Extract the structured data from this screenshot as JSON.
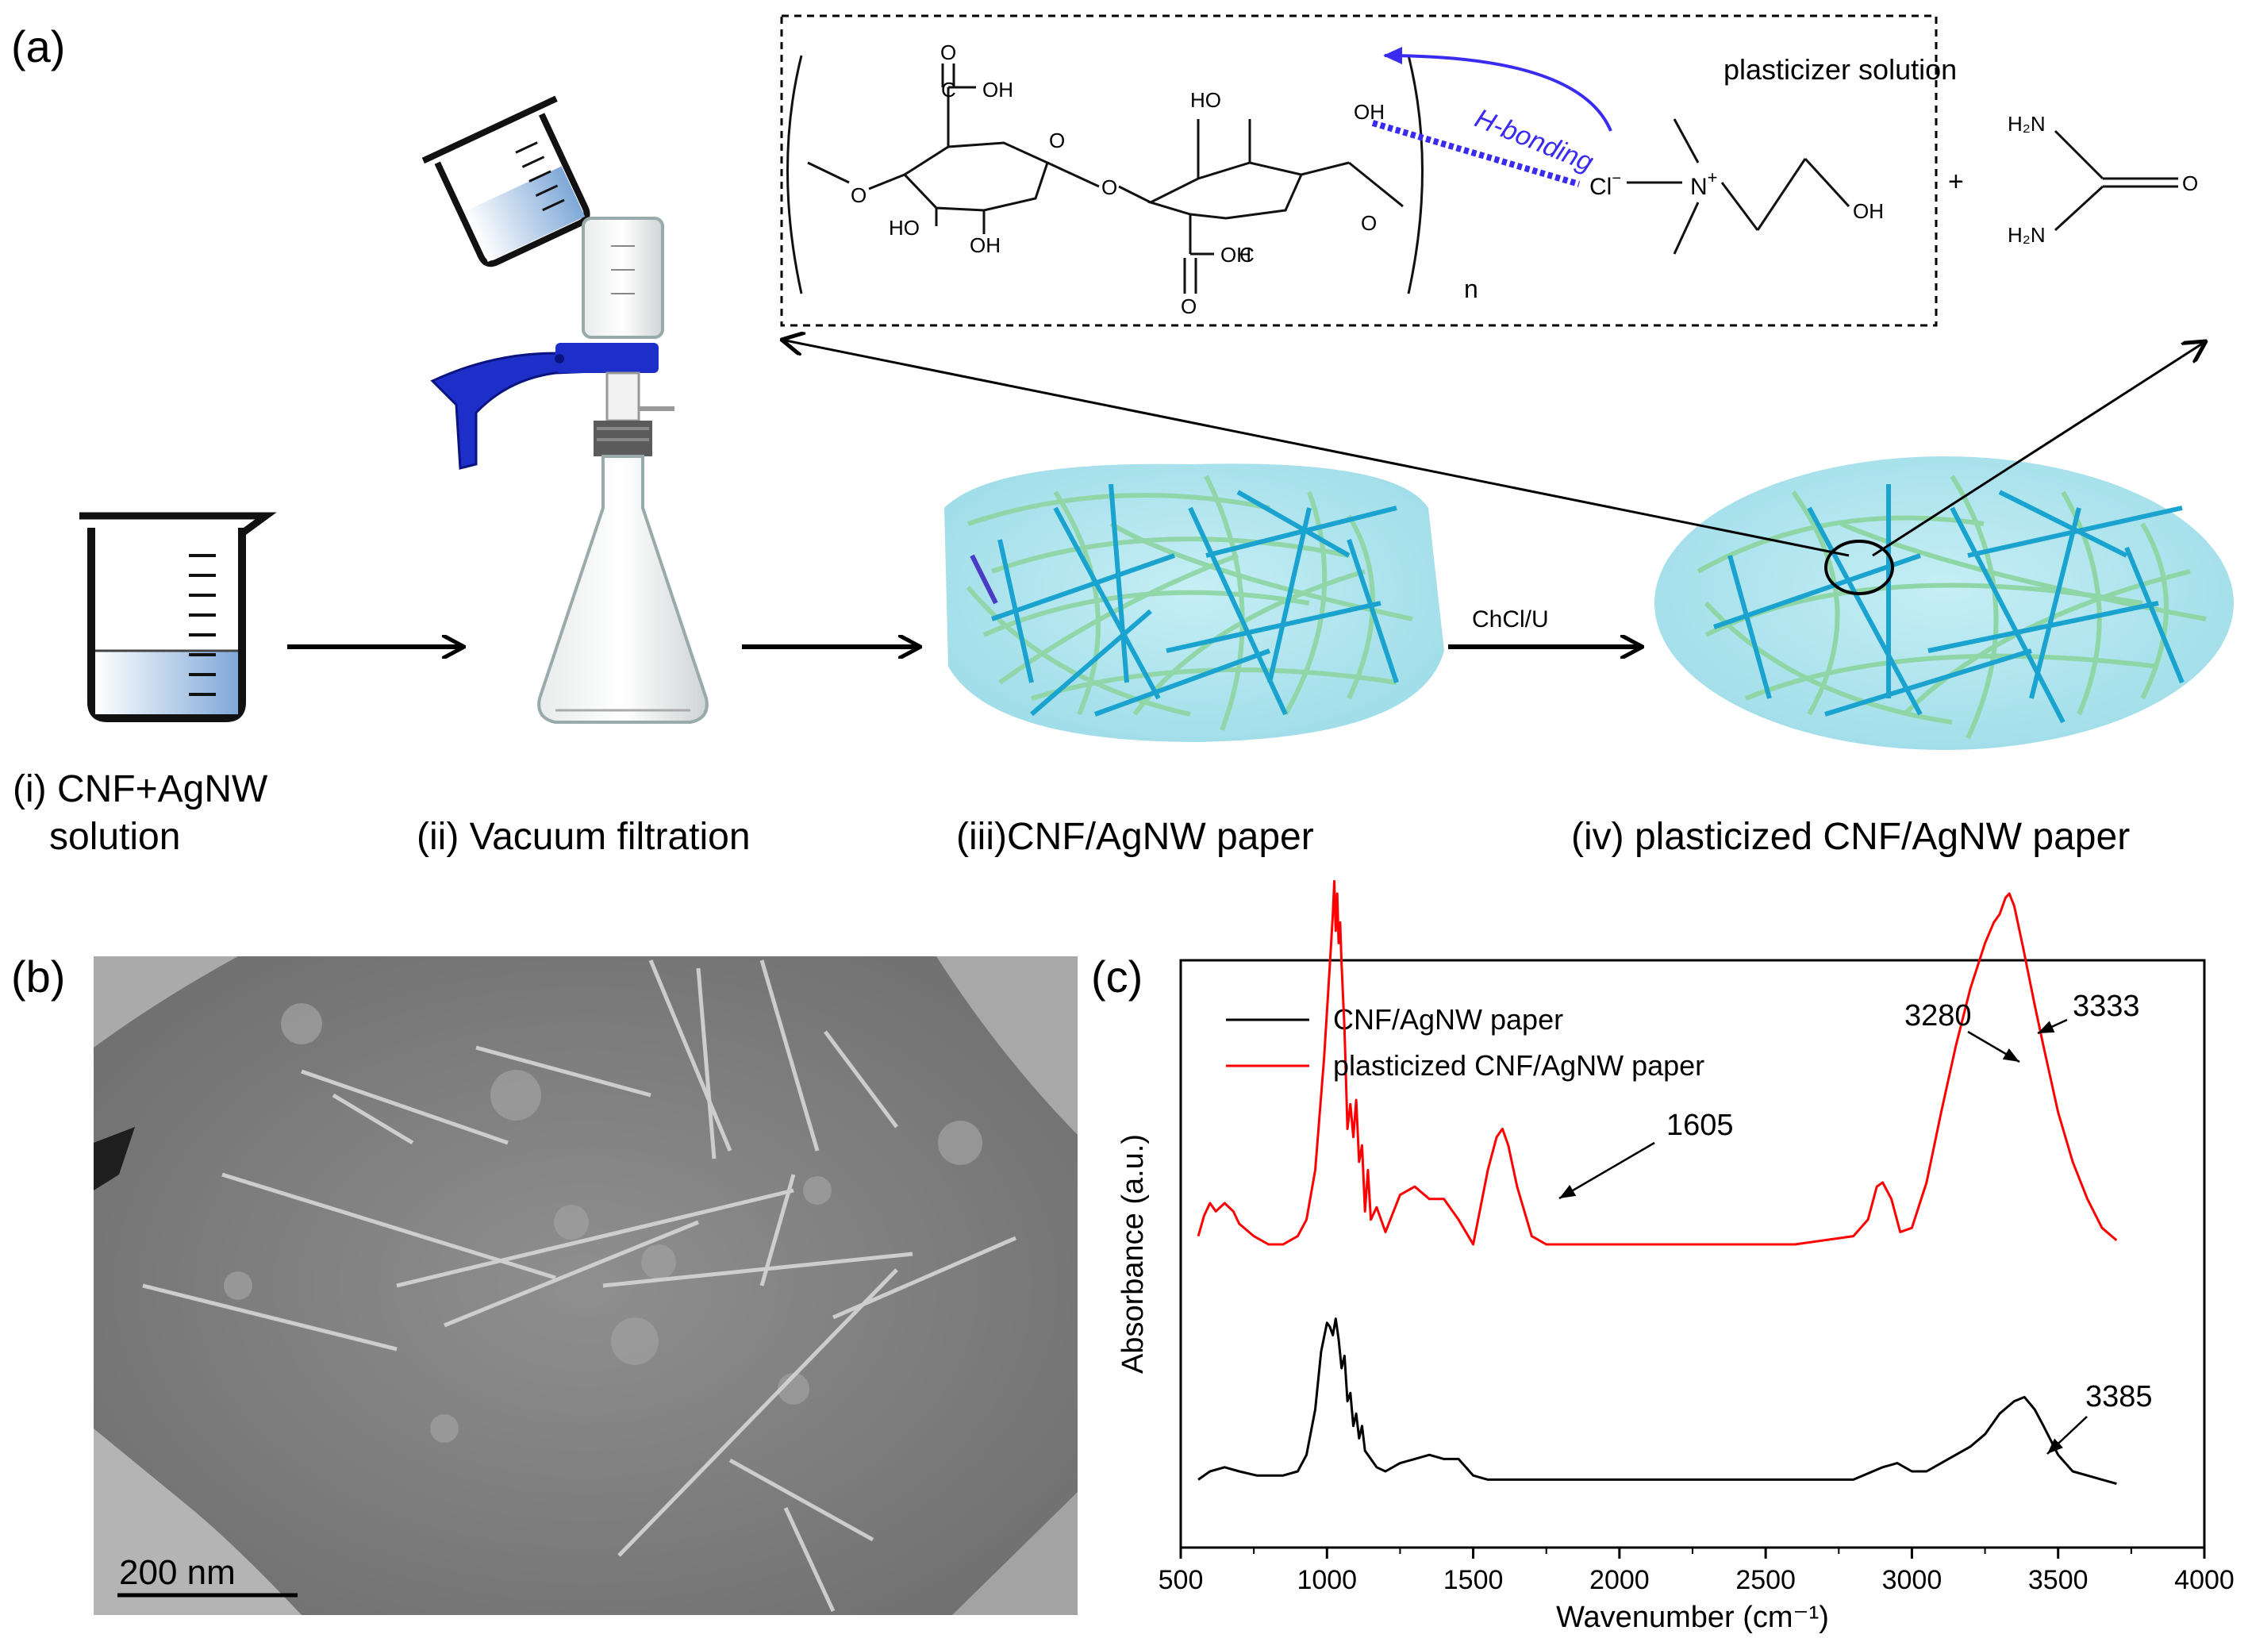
{
  "panels": {
    "a": {
      "letter": "(a)",
      "steps": [
        {
          "id": "i",
          "line1": "(i) CNF+AgNW",
          "line2": "solution"
        },
        {
          "id": "ii",
          "line1": "(ii) Vacuum  filtration"
        },
        {
          "id": "iii",
          "line1": "(iii)CNF/AgNW paper"
        },
        {
          "id": "iv",
          "line1": "(iv) plasticized CNF/AgNW paper"
        }
      ],
      "arrow_label": "ChCl/U",
      "inset": {
        "title": "plasticizer solution",
        "hbond_label": "H-bonding",
        "repeat_index": "n",
        "plus": "+",
        "atoms": {
          "coh1": "C",
          "o1": "O",
          "oh1": "OH",
          "ring_o1": "O",
          "ho1": "HO",
          "oh2": "OH",
          "bridge_o": "O",
          "ho2": "HO",
          "oh3": "OH",
          "ring_o2": "O",
          "coh2": "C",
          "o2": "O",
          "oh4": "OH",
          "cl": "Cl",
          "cl_charge": "−",
          "n_plus": "N",
          "n_charge": "+",
          "oh_chol": "OH",
          "h2n_top": "H₂N",
          "h2n_bot": "H₂N",
          "urea_o": "O"
        }
      }
    },
    "b": {
      "letter": "(b)",
      "scale_bar": "200 nm"
    },
    "c": {
      "letter": "(c)",
      "annotations": {
        "p1605": "1605",
        "p3280": "3280",
        "p3333": "3333",
        "p3385": "3385"
      }
    }
  },
  "chart_data": {
    "type": "line",
    "title": "",
    "xlabel": "Wavenumber (cm⁻¹)",
    "ylabel": "Absorbance (a.u.)",
    "xlim": [
      500,
      4000
    ],
    "xticks": [
      500,
      1000,
      1500,
      2000,
      2500,
      3000,
      3500,
      4000
    ],
    "y_ticks_shown": false,
    "legend_position": "top-left",
    "series": [
      {
        "name": "CNF/AgNW paper",
        "color": "#000000",
        "x": [
          560,
          600,
          650,
          700,
          760,
          800,
          850,
          900,
          930,
          960,
          980,
          1000,
          1010,
          1020,
          1030,
          1040,
          1050,
          1060,
          1070,
          1080,
          1090,
          1100,
          1110,
          1120,
          1130,
          1150,
          1170,
          1200,
          1250,
          1300,
          1350,
          1400,
          1450,
          1500,
          1550,
          1600,
          1700,
          1800,
          2000,
          2200,
          2400,
          2600,
          2800,
          2900,
          2950,
          3000,
          3050,
          3100,
          3150,
          3200,
          3250,
          3300,
          3350,
          3385,
          3420,
          3450,
          3500,
          3550,
          3600,
          3650,
          3700
        ],
        "y": [
          0.03,
          0.05,
          0.06,
          0.05,
          0.04,
          0.04,
          0.04,
          0.05,
          0.09,
          0.2,
          0.34,
          0.41,
          0.4,
          0.38,
          0.42,
          0.37,
          0.3,
          0.33,
          0.22,
          0.24,
          0.16,
          0.19,
          0.13,
          0.16,
          0.1,
          0.08,
          0.06,
          0.05,
          0.07,
          0.08,
          0.09,
          0.08,
          0.08,
          0.04,
          0.03,
          0.03,
          0.03,
          0.03,
          0.03,
          0.03,
          0.03,
          0.03,
          0.03,
          0.06,
          0.07,
          0.05,
          0.05,
          0.07,
          0.09,
          0.11,
          0.14,
          0.19,
          0.22,
          0.23,
          0.2,
          0.16,
          0.09,
          0.05,
          0.04,
          0.03,
          0.02
        ]
      },
      {
        "name": "plasticized CNF/AgNW paper",
        "color": "#ff0000",
        "x": [
          560,
          580,
          600,
          620,
          650,
          680,
          700,
          750,
          800,
          850,
          900,
          930,
          960,
          990,
          1010,
          1020,
          1025,
          1030,
          1035,
          1040,
          1045,
          1050,
          1060,
          1070,
          1080,
          1090,
          1100,
          1110,
          1120,
          1130,
          1140,
          1150,
          1170,
          1200,
          1250,
          1300,
          1350,
          1400,
          1450,
          1500,
          1550,
          1580,
          1600,
          1620,
          1650,
          1700,
          1750,
          1800,
          2000,
          2200,
          2400,
          2600,
          2800,
          2850,
          2880,
          2900,
          2930,
          2960,
          3000,
          3050,
          3100,
          3150,
          3200,
          3250,
          3280,
          3300,
          3320,
          3333,
          3350,
          3380,
          3420,
          3450,
          3500,
          3550,
          3600,
          3650,
          3700
        ],
        "y": [
          0.62,
          0.67,
          0.7,
          0.68,
          0.7,
          0.68,
          0.65,
          0.62,
          0.6,
          0.6,
          0.62,
          0.66,
          0.78,
          1.05,
          1.28,
          1.4,
          1.48,
          1.36,
          1.45,
          1.33,
          1.38,
          1.28,
          1.12,
          0.88,
          0.94,
          0.86,
          0.95,
          0.8,
          0.84,
          0.68,
          0.78,
          0.66,
          0.69,
          0.63,
          0.72,
          0.74,
          0.71,
          0.71,
          0.66,
          0.6,
          0.78,
          0.86,
          0.88,
          0.84,
          0.74,
          0.62,
          0.6,
          0.6,
          0.6,
          0.6,
          0.6,
          0.6,
          0.62,
          0.66,
          0.74,
          0.75,
          0.71,
          0.63,
          0.64,
          0.75,
          0.92,
          1.08,
          1.22,
          1.33,
          1.38,
          1.4,
          1.44,
          1.45,
          1.42,
          1.32,
          1.18,
          1.08,
          0.92,
          0.8,
          0.71,
          0.64,
          0.61
        ]
      }
    ]
  }
}
